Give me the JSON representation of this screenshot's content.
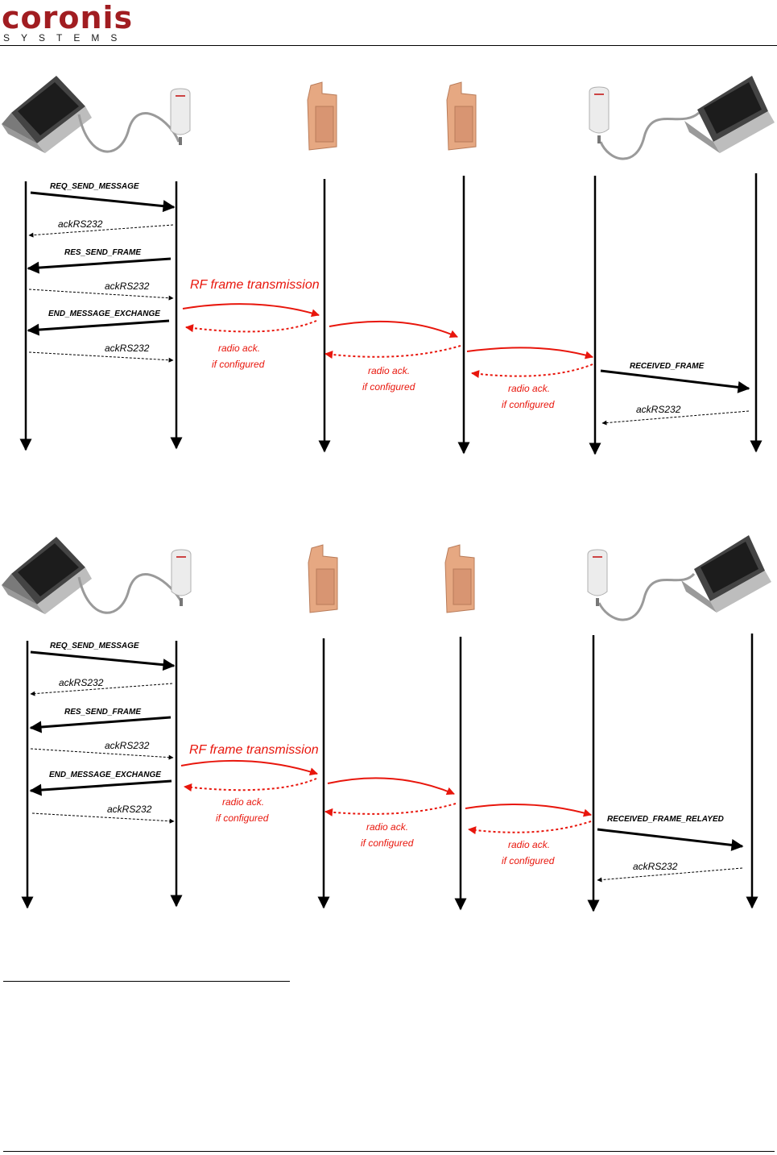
{
  "brand": {
    "logo_word": "coronis",
    "logo_sub": "SYSTEMS",
    "color": "#a11d21"
  },
  "colors": {
    "radio": "#e8160c",
    "message": "#000000"
  },
  "diagrams": [
    {
      "request_label": "REQ_SEND_MESSAGE",
      "ack1_label": "ackRS232",
      "response_label": "RES_SEND_FRAME",
      "ack2_label": "ackRS232",
      "end_label": "END_MESSAGE_EXCHANGE",
      "ack3_label": "ackRS232",
      "rf_label": "RF frame transmission",
      "radio_ack_1": [
        "radio ack.",
        "if configured"
      ],
      "radio_ack_2": [
        "radio ack.",
        "if configured"
      ],
      "radio_ack_3": [
        "radio ack.",
        "if configured"
      ],
      "received_label": "RECEIVED_FRAME",
      "ack4_label": "ackRS232"
    },
    {
      "request_label": "REQ_SEND_MESSAGE",
      "ack1_label": "ackRS232",
      "response_label": "RES_SEND_FRAME",
      "ack2_label": "ackRS232",
      "end_label": "END_MESSAGE_EXCHANGE",
      "ack3_label": "ackRS232",
      "rf_label": "RF frame transmission",
      "radio_ack_1": [
        "radio ack.",
        "if configured"
      ],
      "radio_ack_2": [
        "radio ack.",
        "if configured"
      ],
      "radio_ack_3": [
        "radio ack.",
        "if configured"
      ],
      "received_label": "RECEIVED_FRAME_RELAYED",
      "ack4_label": "ackRS232"
    }
  ],
  "device_icons": [
    "laptop-icon",
    "modem-icon",
    "repeater-icon",
    "repeater-icon",
    "modem-icon",
    "laptop-icon"
  ]
}
